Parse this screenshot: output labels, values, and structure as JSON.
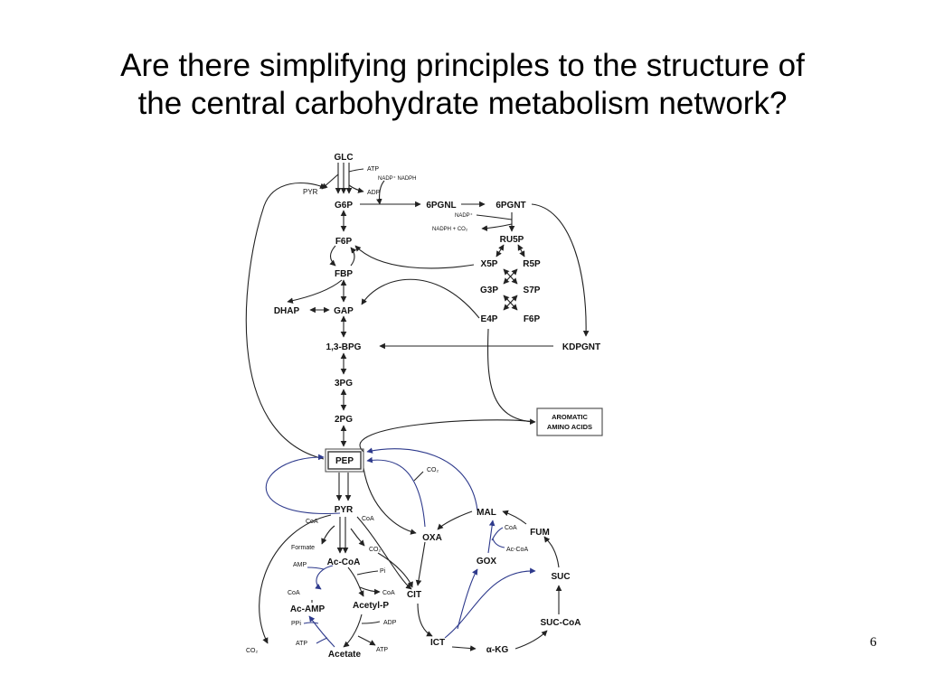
{
  "slide": {
    "title_lines": [
      "Are there simplifying principles to the structure of",
      "the central carbohydrate metabolism network?"
    ],
    "page_number": "6"
  },
  "diagram": {
    "metabolites": {
      "glc": "GLC",
      "g6p": "G6P",
      "f6p": "F6P",
      "fbp": "FBP",
      "dhap": "DHAP",
      "gap": "GAP",
      "bpg13": "1,3-BPG",
      "pg3": "3PG",
      "pg2": "2PG",
      "pep": "PEP",
      "pyr": "PYR",
      "accoa": "Ac-CoA",
      "acamp": "Ac-AMP",
      "acetylp": "Acetyl-P",
      "acetate": "Acetate",
      "oxa": "OXA",
      "cit": "CIT",
      "ict": "ICT",
      "akg": "α-KG",
      "succoa": "SUC-CoA",
      "suc": "SUC",
      "fum": "FUM",
      "mal": "MAL",
      "gox": "GOX",
      "pgnl6": "6PGNL",
      "pgnt6": "6PGNT",
      "ru5p": "RU5P",
      "x5p": "X5P",
      "r5p": "R5P",
      "g3p": "G3P",
      "s7p": "S7P",
      "e4p": "E4P",
      "f6p2": "F6P",
      "kdpgnt": "KDPGNT",
      "aromatic_1": "AROMATIC",
      "aromatic_2": "AMINO ACIDS"
    },
    "cofactors": {
      "atp_top": "ATP",
      "adp_top": "ADP",
      "pyr_side": "PYR",
      "nadp_nadph": "NADP⁺ NADPH",
      "nadp": "NADP⁺",
      "nadph_co2": "NADPH + CO₂",
      "coa_left": "CoA",
      "coa_right": "CoA",
      "formate": "Formate",
      "co2_pyr": "CO₂",
      "amp": "AMP",
      "coa_acamp": "CoA",
      "pi": "Pi",
      "coa_acetylp": "CoA",
      "ppi": "PPi",
      "adp_acetate": "ADP",
      "atp_acetate_left": "ATP",
      "atp_acetate_right": "ATP",
      "co2_bottom": "CO₂",
      "co2_pep": "CO₂",
      "coa_mal": "CoA",
      "accoa_gox": "Ac-CoA"
    },
    "colors": {
      "line": "#222222",
      "anaplerotic": "#2e3a8c"
    }
  }
}
